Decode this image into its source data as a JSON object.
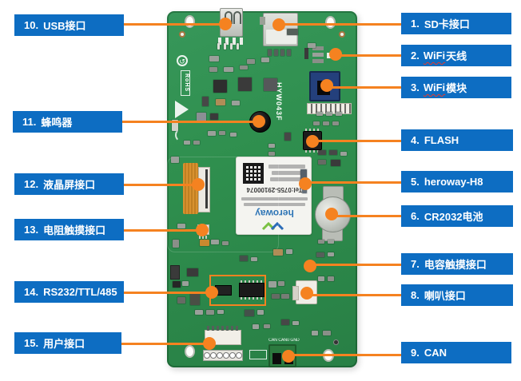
{
  "colors": {
    "label_bg": "#0d6dc2",
    "leader_line": "#f58220",
    "board_green": "#2f8f4e",
    "wavy_underline": "#e8392a"
  },
  "board": {
    "model_text": "HYW043F",
    "rohs_text": "RoHS",
    "can_text": "CAN CAN0 GND",
    "module": {
      "tel": "Tel:0755-29100074",
      "brand": "heroway"
    }
  },
  "callouts": {
    "left": [
      {
        "num": "10.",
        "wavy": "",
        "text": "USB接口"
      },
      {
        "num": "11.",
        "wavy": "",
        "text": "蜂鸣器"
      },
      {
        "num": "12.",
        "wavy": "",
        "text": "液晶屏接口"
      },
      {
        "num": "13.",
        "wavy": "",
        "text": "电阻触摸接口"
      },
      {
        "num": "14.",
        "wavy": "",
        "text": "RS232/TTL/485"
      },
      {
        "num": "15.",
        "wavy": "",
        "text": "用户接口"
      }
    ],
    "right": [
      {
        "num": "1.",
        "wavy": "",
        "text": "SD卡接口"
      },
      {
        "num": "2.",
        "wavy": "WiFi",
        "text": "天线"
      },
      {
        "num": "3.",
        "wavy": "WiFi",
        "text": "模块"
      },
      {
        "num": "4.",
        "wavy": "",
        "text": "FLASH"
      },
      {
        "num": "5.",
        "wavy": "",
        "text": "heroway-H8"
      },
      {
        "num": "6.",
        "wavy": "",
        "text": "CR2032电池"
      },
      {
        "num": "7.",
        "wavy": "",
        "text": "电容触摸接口"
      },
      {
        "num": "8.",
        "wavy": "",
        "text": "喇叭接口"
      },
      {
        "num": "9.",
        "wavy": "",
        "text": "CAN"
      }
    ]
  }
}
